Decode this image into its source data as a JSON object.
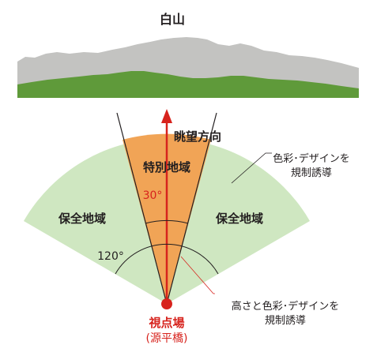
{
  "mountain": {
    "name": "白山"
  },
  "direction": {
    "label": "眺望方向"
  },
  "zones": {
    "special": "特別地域",
    "conservation_left": "保全地域",
    "conservation_right": "保全地域"
  },
  "angles": {
    "inner": "30°",
    "outer": "120°"
  },
  "viewpoint": {
    "label": "視点場",
    "sublabel": "(源平橋)"
  },
  "notes": {
    "conservation_line1": "色彩･デザインを",
    "conservation_line2": "規制誘導",
    "special_line1": "高さと色彩･デザインを",
    "special_line2": "規制誘導"
  },
  "colors": {
    "mountain_gray": "#c3c3c1",
    "mountain_green": "#5f9a3a",
    "conservation_zone": "#cfe7c1",
    "special_zone": "#f1a456",
    "red_accent": "#d7231d",
    "text": "#231f20"
  }
}
